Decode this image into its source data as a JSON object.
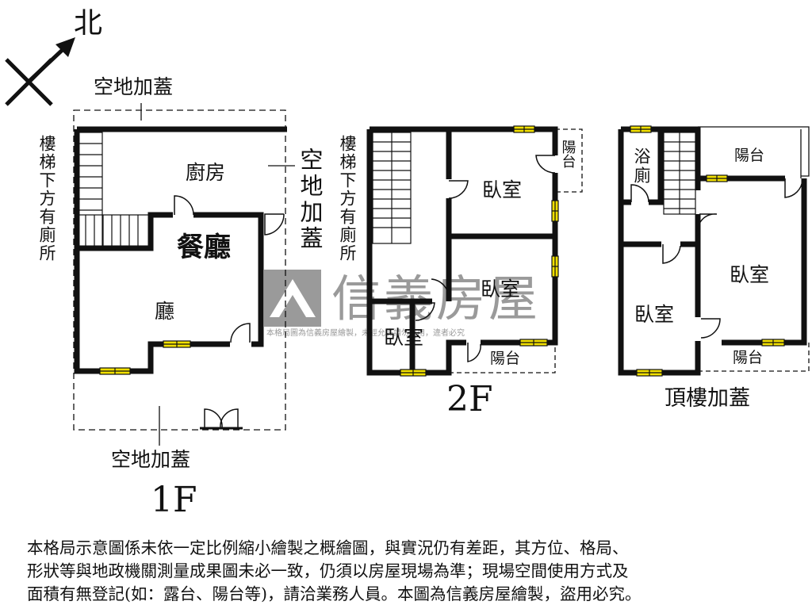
{
  "compass": {
    "north": "北"
  },
  "floor1": {
    "caption": "1F",
    "labels": {
      "open_top": "空地加蓋",
      "open_right": "空地加蓋",
      "open_bottom": "空地加蓋",
      "under_stairs": "樓梯下方有廁所",
      "kitchen": "廚房",
      "dining": "餐廳",
      "living": "廳"
    }
  },
  "floor2": {
    "caption": "2F",
    "labels": {
      "under_stairs": "樓梯下方有廁所",
      "bedroom_a": "臥室",
      "bedroom_b": "臥室",
      "bedroom_c": "臥室",
      "balcony_top": "陽台",
      "balcony_bottom": "陽台"
    }
  },
  "roof": {
    "caption": "頂樓加蓋",
    "labels": {
      "bath": "浴廁",
      "balcony_top": "陽台",
      "bedroom_right": "臥室",
      "bedroom_left": "臥室",
      "balcony_bottom": "陽台"
    }
  },
  "watermark": {
    "brand": "信義房屋",
    "notice": "本格局圖為信義房屋繪製，未經允許請勿盜用，違者必究"
  },
  "disclaimer": [
    "本格局示意圖係未依一定比例縮小繪製之概繪圖，與實況仍有差距，其方位、格局、",
    "形狀等與地政機關測量成果圖未必一致，仍須以房屋現場為準；現場空間使用方式及",
    "面積有無登記(如：露台、陽台等)，請洽業務人員。本圖為信義房屋繪製，盜用必究。"
  ],
  "colors": {
    "wall": "#111111",
    "window": "#f2e000",
    "watermark": "#9a9a9a"
  }
}
